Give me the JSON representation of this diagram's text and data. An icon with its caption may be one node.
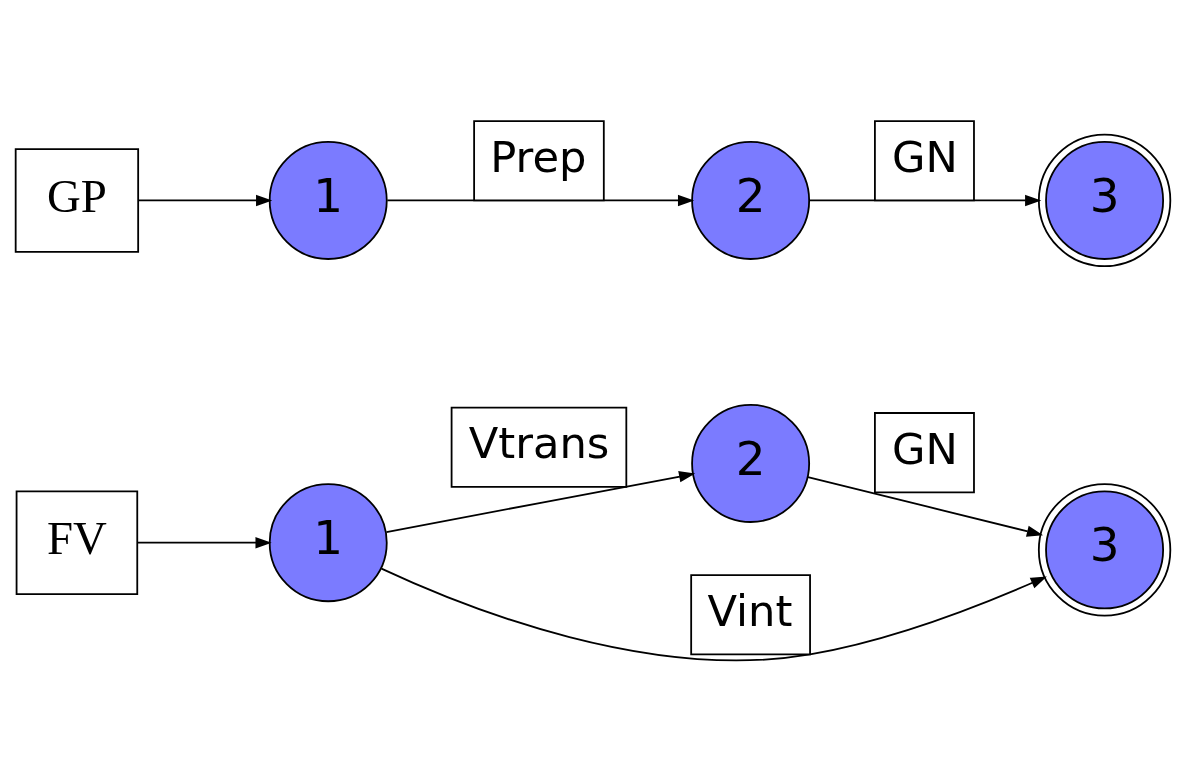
{
  "diagram": {
    "nodes": [
      {
        "text": [
          "FV"
        ]
      },
      {
        "text": [
          "1"
        ]
      },
      {
        "text": [
          "2"
        ]
      },
      {
        "text": [
          "3"
        ]
      },
      {
        "text": [
          "GP"
        ]
      },
      {
        "text": [
          "1"
        ]
      },
      {
        "text": [
          "2"
        ]
      },
      {
        "text": [
          "3"
        ]
      }
    ],
    "edges": [
      {
        "from": 0,
        "to": 1,
        "arrow": "to"
      },
      {
        "from": 1,
        "to": 2,
        "arrow": "to",
        "label": "Vtrans"
      },
      {
        "from": 2,
        "to": 3,
        "arrow": "to",
        "label": "GN"
      },
      {
        "from": 1,
        "to": 3,
        "arrow": "to",
        "label": "Vint"
      },
      {
        "from": 4,
        "to": 5,
        "arrow": "to"
      },
      {
        "from": 5,
        "to": 6,
        "arrow": "to",
        "label": "Prep"
      },
      {
        "from": 6,
        "to": 7,
        "arrow": "to",
        "label": "GN"
      }
    ]
  }
}
